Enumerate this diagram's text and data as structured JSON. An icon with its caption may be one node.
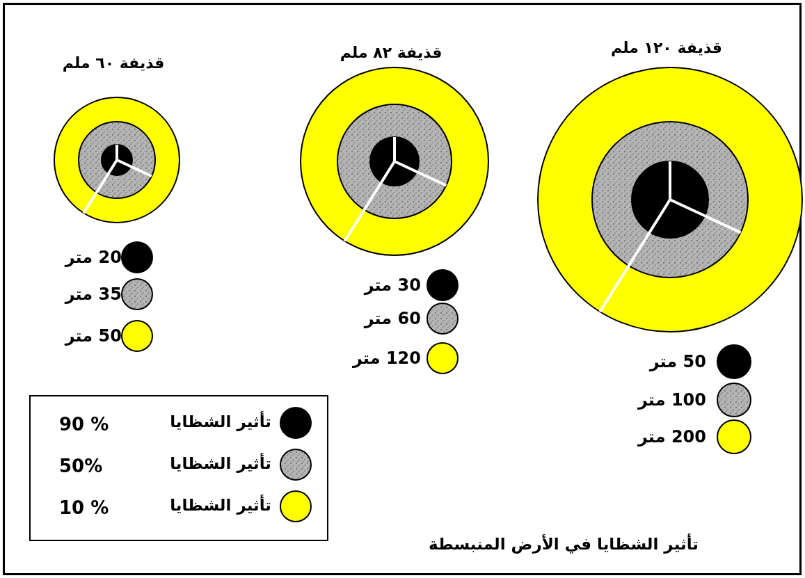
{
  "diagram": {
    "caption": "تأثير الشظايا في الأرض المنبسطة",
    "labels": [
      "قذيفة ٦٠ ملم",
      "قذيفة ٨٢ ملم",
      "قذيفة ١٢٠ ملم",
      "20 متر",
      "35 متر",
      "50 متر",
      "30 متر",
      "60 متر",
      "120 متر",
      "50 متر",
      "100 متر",
      "200 متر",
      "90 %",
      "50%",
      "10 %"
    ],
    "legend": [
      {
        "text": "تأثير الشظايا",
        "color": "#000000"
      },
      {
        "text": "تأثير الشظايا",
        "color": "#b4b4b4"
      },
      {
        "text": "تأثير الشظايا",
        "color": "#ffff00"
      }
    ]
  }
}
